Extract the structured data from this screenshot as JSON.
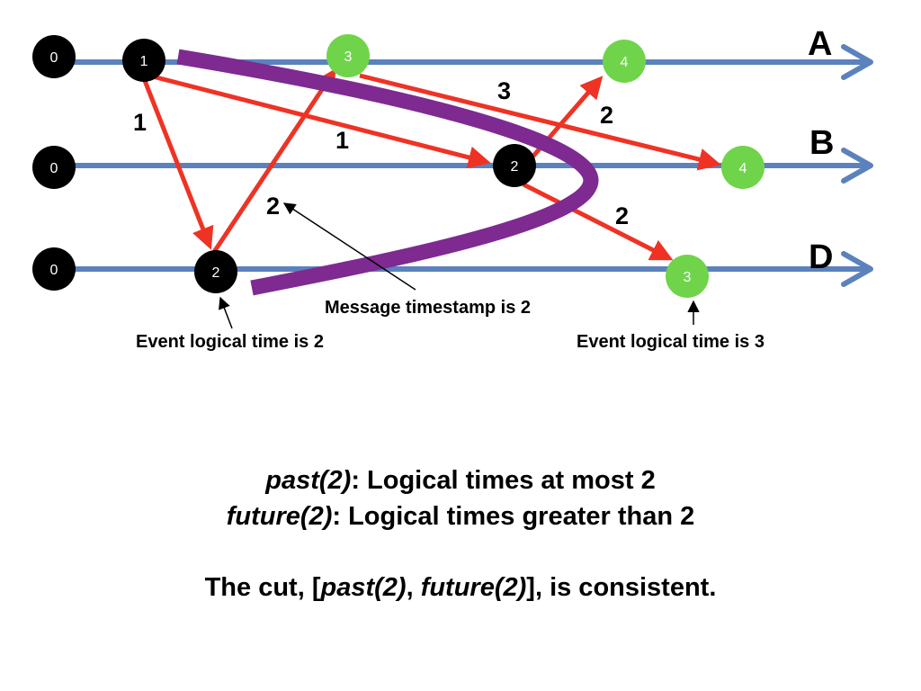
{
  "processes": [
    {
      "name": "A",
      "events": [
        {
          "time": "0",
          "color": "black"
        },
        {
          "time": "1",
          "color": "black"
        },
        {
          "time": "3",
          "color": "green"
        },
        {
          "time": "4",
          "color": "green"
        }
      ]
    },
    {
      "name": "B",
      "events": [
        {
          "time": "0",
          "color": "black"
        },
        {
          "time": "2",
          "color": "black"
        },
        {
          "time": "4",
          "color": "green"
        }
      ]
    },
    {
      "name": "D",
      "events": [
        {
          "time": "0",
          "color": "black"
        },
        {
          "time": "2",
          "color": "black"
        },
        {
          "time": "3",
          "color": "green"
        }
      ]
    }
  ],
  "messages": [
    {
      "from": "A1",
      "to": "D2",
      "timestamp": "1"
    },
    {
      "from": "A1",
      "to": "B2",
      "timestamp": "1"
    },
    {
      "from": "D2",
      "to": "A3",
      "timestamp": "2"
    },
    {
      "from": "A3",
      "to": "B4",
      "timestamp": "3"
    },
    {
      "from": "B2",
      "to": "A4",
      "timestamp": "2"
    },
    {
      "from": "B2",
      "to": "D3",
      "timestamp": "2"
    }
  ],
  "annotations": {
    "message_timestamp": "Message timestamp is 2",
    "event_time_2": "Event logical time is 2",
    "event_time_3": "Event logical time is 3"
  },
  "colors": {
    "timeline": "#5b82bd",
    "message": "#ee3325",
    "cut": "#7e2a91",
    "past_event": "#000000",
    "future_event": "#6fd44a"
  },
  "caption": {
    "line1_term": "past(2)",
    "line1_rest": ": Logical times at most 2",
    "line2_term": "future(2)",
    "line2_rest": ": Logical times greater than 2",
    "line3_prefix": "The cut, [",
    "line3_term1": "past(2)",
    "line3_sep": ", ",
    "line3_term2": "future(2)",
    "line3_suffix": "], is consistent."
  }
}
